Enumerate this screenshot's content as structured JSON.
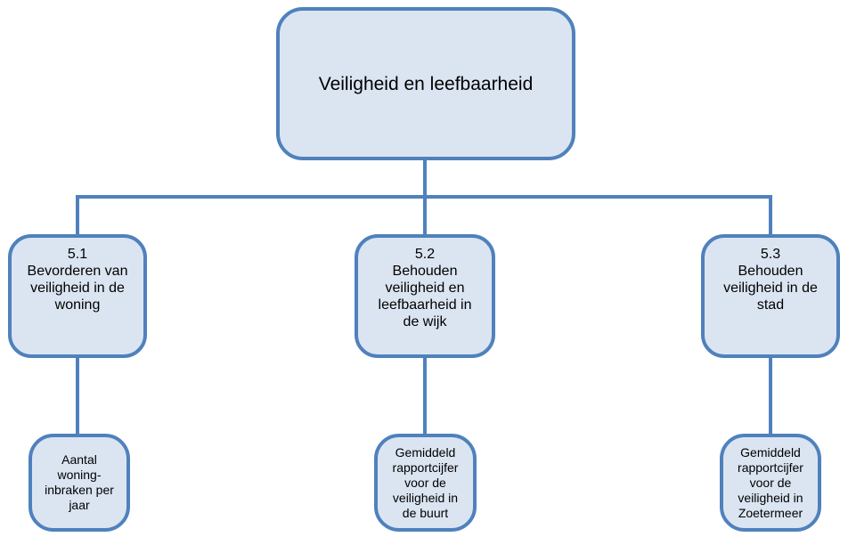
{
  "colors": {
    "node_fill": "#dbe5f1",
    "node_border": "#4f81bd",
    "connector": "#4f81bd",
    "text": "#000000",
    "background": "#ffffff"
  },
  "diagram": {
    "type": "hierarchy-tree",
    "root": {
      "label": "Veiligheid en leefbaarheid"
    },
    "branches": [
      {
        "number": "5.1",
        "title": "Bevorderen van\nveiligheid in de\nwoning",
        "metric": "Aantal\nwoning-\ninbraken per\njaar"
      },
      {
        "number": "5.2",
        "title": "Behouden\nveiligheid en\nleefbaarheid in\nde wijk",
        "metric": "Gemiddeld\nrapportcijfer\nvoor de\nveiligheid in\nde buurt"
      },
      {
        "number": "5.3",
        "title": "Behouden\nveiligheid in de\nstad",
        "metric": "Gemiddeld\nrapportcijfer\nvoor de\nveiligheid in\nZoetermeer"
      }
    ]
  }
}
